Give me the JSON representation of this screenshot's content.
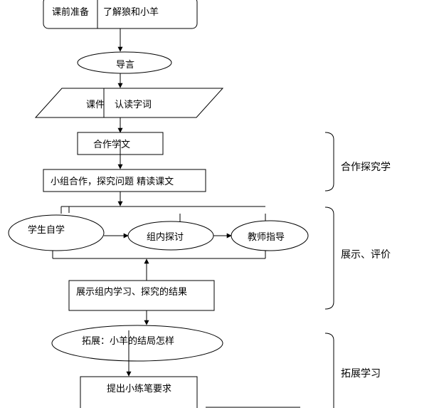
{
  "nodes": {
    "prep_left": "课前准备",
    "prep_right": "了解狼和小羊",
    "intro": "导言",
    "courseware_left": "课件",
    "courseware_right": "认读字词",
    "cooperative_read": "合作学文",
    "group_work": "小组合作，探究问题 精读课文",
    "self_study": "学生自学",
    "group_discuss": "组内探讨",
    "teacher_guide": "教师指导",
    "show_results": "展示组内学习、探究的结果",
    "extension": "拓展：小羊的结局怎样",
    "exercise": "提出小练笔要求"
  },
  "side_labels": {
    "cooperative": "合作探究学",
    "show_eval": "展示、评价",
    "extension_learning": "拓展学习"
  }
}
